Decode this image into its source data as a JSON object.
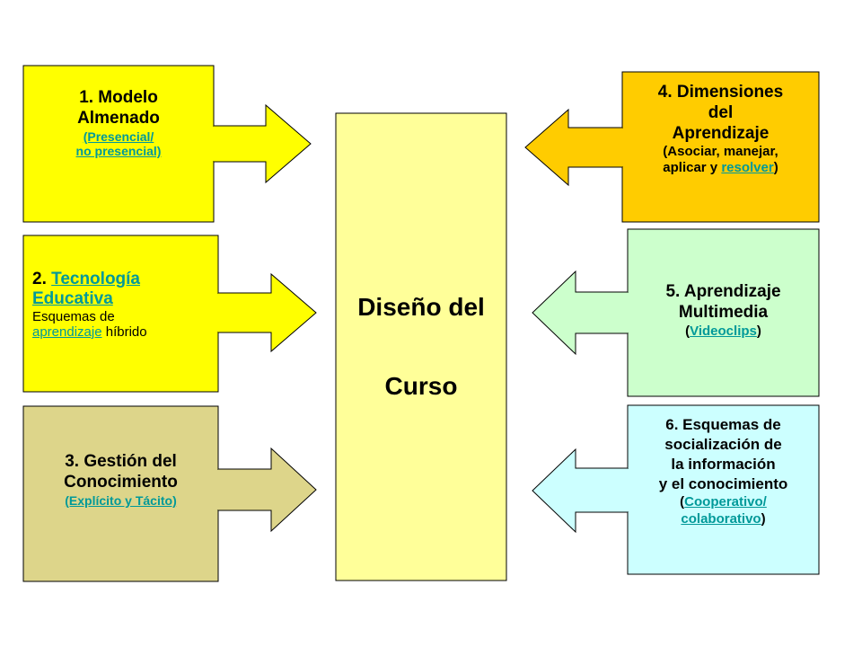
{
  "center": {
    "line1": "Diseño del",
    "line2": "Curso"
  },
  "boxes": {
    "b1": {
      "title1": "1. Modelo",
      "title2": "Almenado",
      "link1": "(Presencial/",
      "link2": "no presencial)"
    },
    "b2": {
      "prefix": "2. ",
      "link1": "Tecnología",
      "link2": "Educativa",
      "text1": "Esquemas de",
      "link3": "aprendizaje",
      "text2": " híbrido"
    },
    "b3": {
      "title1": "3. Gestión del",
      "title2": "Conocimiento",
      "link1": "(Explícito y Tácito)"
    },
    "b4": {
      "title1": "4. Dimensiones",
      "title2": "del",
      "title3": "Aprendizaje",
      "sub1": "(Asociar, manejar,",
      "sub2": "aplicar y ",
      "link1": "resolver",
      "sub3": ")"
    },
    "b5": {
      "title1": "5. Aprendizaje",
      "title2": "Multimedia",
      "paren_open": "(",
      "link1": "Videoclips",
      "paren_close": ")"
    },
    "b6": {
      "title1": "6. Esquemas de",
      "title2": "socialización de",
      "title3": "la información",
      "title4": "y el conocimiento",
      "paren_open": "(",
      "link1": "Cooperativo/",
      "link2": "colaborativo",
      "paren_close": ")"
    }
  },
  "colors": {
    "yellow": "#FFFF00",
    "khaki": "#DDD58A",
    "center": "#FFFF99",
    "orange": "#FFCC00",
    "green": "#CCFFCC",
    "cyan": "#CCFFFF",
    "link": "#009999"
  }
}
